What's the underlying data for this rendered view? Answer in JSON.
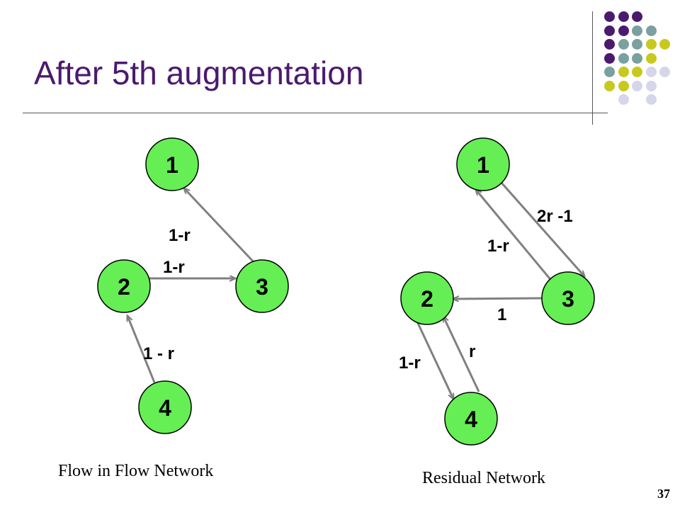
{
  "slide": {
    "title": "After 5th augmentation",
    "slide_number": "37",
    "decor_colors": [
      "#4b1a6e",
      "#7aa0a0",
      "#c8c81e",
      "#d6d6ea"
    ]
  },
  "left_graph": {
    "caption": "Flow in Flow Network",
    "nodes": [
      {
        "id": "1",
        "label": "1"
      },
      {
        "id": "2",
        "label": "2"
      },
      {
        "id": "3",
        "label": "3"
      },
      {
        "id": "4",
        "label": "4"
      }
    ],
    "edges": [
      {
        "from": "3",
        "to": "1",
        "label": "1-r"
      },
      {
        "from": "2",
        "to": "3",
        "label": "1-r"
      },
      {
        "from": "4",
        "to": "2",
        "label": "1 - r"
      }
    ]
  },
  "right_graph": {
    "caption": "Residual Network",
    "nodes": [
      {
        "id": "1",
        "label": "1"
      },
      {
        "id": "2",
        "label": "2"
      },
      {
        "id": "3",
        "label": "3"
      },
      {
        "id": "4",
        "label": "4"
      }
    ],
    "edges": [
      {
        "from": "1",
        "to": "3",
        "label": "2r -1"
      },
      {
        "from": "3",
        "to": "1",
        "label": "1-r"
      },
      {
        "from": "3",
        "to": "2",
        "label": "1"
      },
      {
        "from": "2",
        "to": "4",
        "label": "1-r"
      },
      {
        "from": "4",
        "to": "2",
        "label": "r"
      }
    ]
  },
  "colors": {
    "node_fill": "#66ee55",
    "node_stroke": "#000000",
    "edge": "#808080"
  }
}
